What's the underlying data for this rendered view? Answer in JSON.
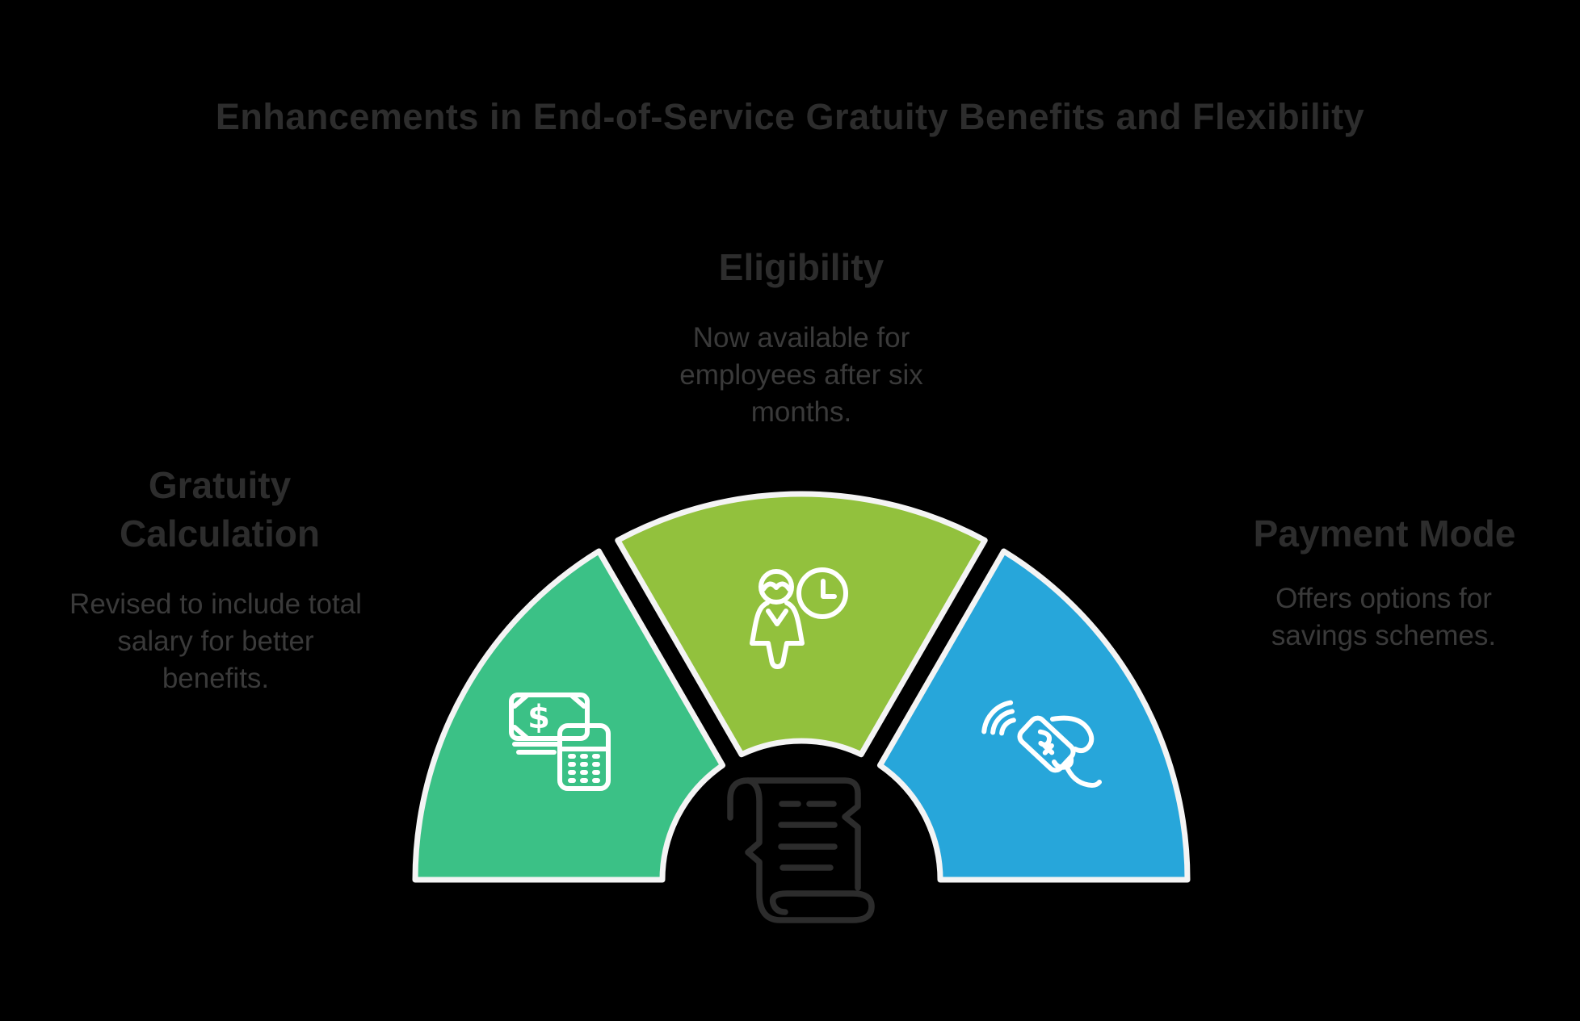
{
  "title": "Enhancements in End-of-Service Gratuity Benefits and Flexibility",
  "sections": {
    "eligibility": {
      "heading": "Eligibility",
      "body": "Now available for\nemployees after six\nmonths."
    },
    "gratuity": {
      "heading": "Gratuity\nCalculation",
      "body": "Revised to include total\nsalary for better\nbenefits."
    },
    "payment": {
      "heading": "Payment Mode",
      "body": "Offers options for\nsavings schemes."
    }
  },
  "diagram": {
    "type": "semicircular-fan",
    "wedges": [
      {
        "id": "gratuity-calculation",
        "color": "#3BC186",
        "icon": "money-calculator-icon"
      },
      {
        "id": "eligibility",
        "color": "#92C13D",
        "icon": "person-clock-icon"
      },
      {
        "id": "payment-mode",
        "color": "#27A6DA",
        "icon": "contactless-payment-icon"
      }
    ],
    "center_icon": "scroll-icon",
    "colors": {
      "background": "#000000",
      "wedge_outline": "#F4F4F4",
      "icon_stroke": "#FFFFFF",
      "scroll_stroke": "#2C2C2C",
      "heading_text": "#2D2D2D",
      "body_text": "#3A3A3A"
    },
    "currency_symbol": "$"
  }
}
